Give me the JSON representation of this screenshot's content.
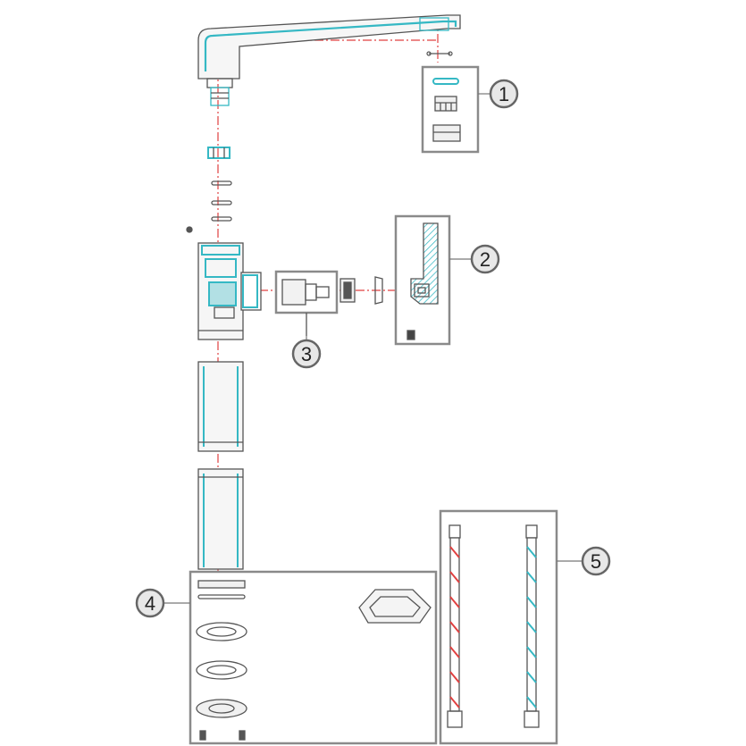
{
  "callouts": [
    {
      "id": "1",
      "label": "1"
    },
    {
      "id": "2",
      "label": "2"
    },
    {
      "id": "3",
      "label": "3"
    },
    {
      "id": "4",
      "label": "4"
    },
    {
      "id": "5",
      "label": "5"
    }
  ],
  "colors": {
    "outline": "#555555",
    "accent_cyan": "#35b8c4",
    "axis_red": "#e04040",
    "frame_gray": "#8a8a8a",
    "callout_fill": "#e8e8e8"
  }
}
